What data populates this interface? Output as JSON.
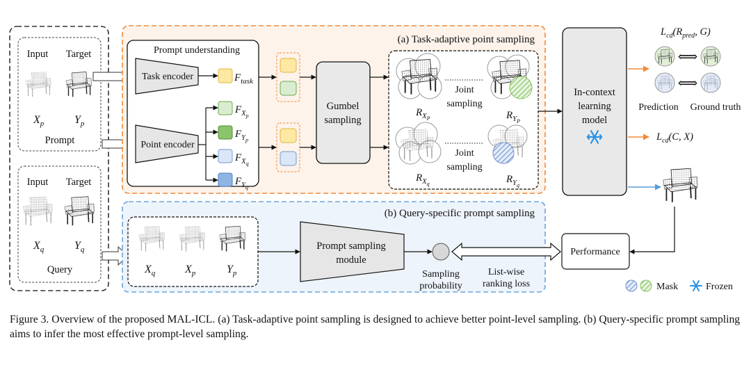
{
  "prompt_group": {
    "input_label": "Input",
    "target_label": "Target",
    "xp": "X",
    "xp_sub": "p",
    "yp": "Y",
    "yp_sub": "p",
    "caption": "Prompt"
  },
  "query_group": {
    "input_label": "Input",
    "target_label": "Target",
    "xq": "X",
    "xq_sub": "q",
    "yq": "Y",
    "yq_sub": "q",
    "caption": "Query"
  },
  "task_adaptive": {
    "title": "(a) Task-adaptive point sampling",
    "prompt_understanding": "Prompt understanding",
    "task_encoder": "Task encoder",
    "point_encoder": "Point encoder",
    "f_task": "F",
    "f_task_sub": "task",
    "f_xp": "F",
    "f_xp_sub": "X",
    "f_xp_subsub": "p",
    "f_yp": "F",
    "f_yp_sub": "Y",
    "f_yp_subsub": "p",
    "f_xq": "F",
    "f_xq_sub": "X",
    "f_xq_subsub": "q",
    "f_yq": "F",
    "f_yq_sub": "Y",
    "f_yq_subsub": "q",
    "gumbel_1": "Gumbel",
    "gumbel_2": "sampling",
    "joint_1": "Joint",
    "joint_2": "sampling",
    "r_xp": "R",
    "r_xp_sub": "X",
    "r_xp_subsub": "P",
    "r_yp": "R",
    "r_yp_sub": "Y",
    "r_yp_subsub": "P",
    "r_xq": "R",
    "r_xq_sub": "X",
    "r_xq_subsub": "q",
    "r_yq": "R",
    "r_yq_sub": "Y",
    "r_yq_subsub": "q"
  },
  "icl_model": {
    "line1": "In-context",
    "line2": "learning",
    "line3": "model"
  },
  "losses": {
    "lcd_pred": "L",
    "lcd_pred_sub": "cd",
    "lcd_pred_args": "(R",
    "lcd_pred_args_sub": "pred",
    "lcd_pred_tail": ", G)",
    "lcd_cx": "L",
    "lcd_cx_sub": "cd",
    "lcd_cx_args": "(C, X)",
    "prediction": "Prediction",
    "ground_truth": "Ground truth"
  },
  "query_specific": {
    "title": "(b) Query-specific prompt sampling",
    "xq": "X",
    "xq_sub": "q",
    "xp": "X",
    "xp_sub": "p",
    "yp": "Y",
    "yp_sub": "p",
    "module_1": "Prompt sampling",
    "module_2": "module",
    "prob_1": "Sampling",
    "prob_2": "probability",
    "loss_1": "List-wise",
    "loss_2": "ranking loss",
    "performance": "Performance"
  },
  "legend": {
    "mask": "Mask",
    "frozen": "Frozen"
  },
  "colors": {
    "orange_border": "#f08a3a",
    "orange_fill": "#fdf3ea",
    "blue_border": "#6aa5dc",
    "blue_fill": "#eef4fb",
    "yellow": "#fde9a3",
    "light_green": "#d9ecd0",
    "dark_green": "#8cc46d",
    "light_blue": "#dbe7f6",
    "mid_blue": "#8fb4e3",
    "gray_box": "#e9e9e9",
    "snowflake": "#2a93e6"
  },
  "caption": {
    "text": "Figure 3.  Overview of the proposed MAL-ICL. (a) Task-adaptive point sampling is designed to achieve better point-level sampling. (b) Query-specific prompt sampling aims to infer the most effective prompt-level sampling."
  }
}
